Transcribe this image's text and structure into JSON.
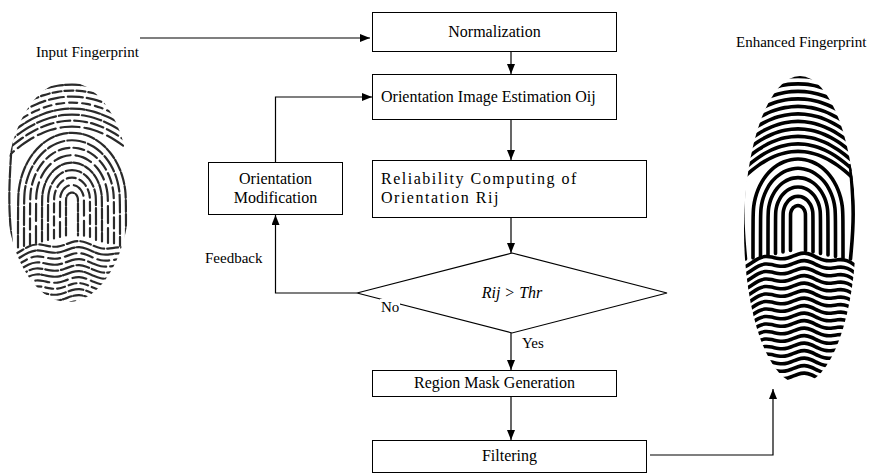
{
  "diagram": {
    "nodes": [
      {
        "text": [
          "Normalization"
        ]
      },
      {
        "text": [
          "Orientation Image Estimation Oij"
        ]
      },
      {
        "text": [
          "Orientation Modification"
        ]
      },
      {
        "text": [
          "Reliability Computing of Orientation Rij"
        ]
      },
      {
        "text": [
          "Rij > Thr"
        ]
      },
      {
        "text": [
          "Region Mask Generation"
        ]
      },
      {
        "text": [
          "Filtering"
        ]
      }
    ],
    "edges": [
      {
        "from": 0,
        "to": 1,
        "arrow": "to"
      },
      {
        "from": 1,
        "to": 3,
        "arrow": "to"
      },
      {
        "from": 3,
        "to": 4,
        "arrow": "to"
      },
      {
        "from": 4,
        "to": 2,
        "label": "No",
        "arrow": "to"
      },
      {
        "from": 2,
        "to": 1,
        "arrow": "to"
      },
      {
        "from": 4,
        "to": 5,
        "label": "Yes",
        "arrow": "to"
      },
      {
        "from": 5,
        "to": 6,
        "arrow": "to"
      }
    ],
    "labels": [
      "Input Fingerprint",
      "Enhanced Fingerprint",
      "Feedback"
    ]
  }
}
